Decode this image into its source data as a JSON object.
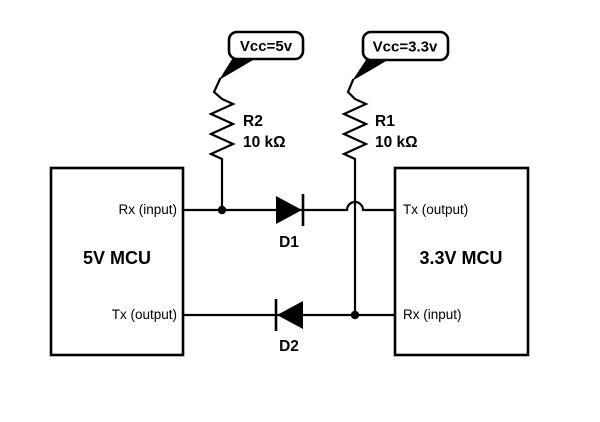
{
  "diagram": {
    "type": "circuit-schematic",
    "description_visible_only": "UART diode level shifter between 5V and 3.3V microcontrollers",
    "colors": {
      "line": "#000000",
      "background": "#ffffff"
    },
    "mcu_left": {
      "name": "5V MCU",
      "pin_top": "Rx (input)",
      "pin_bottom": "Tx (output)"
    },
    "mcu_right": {
      "name": "3.3V MCU",
      "pin_top": "Tx (output)",
      "pin_bottom": "Rx (input)"
    },
    "resistor_r2": {
      "ref": "R2",
      "value": "10 kΩ"
    },
    "resistor_r1": {
      "ref": "R1",
      "value": "10 kΩ"
    },
    "diode_d1": {
      "ref": "D1"
    },
    "diode_d2": {
      "ref": "D2"
    },
    "callout_5v": {
      "label": "Vcc=5v"
    },
    "callout_3v3": {
      "label": "Vcc=3.3v"
    }
  }
}
